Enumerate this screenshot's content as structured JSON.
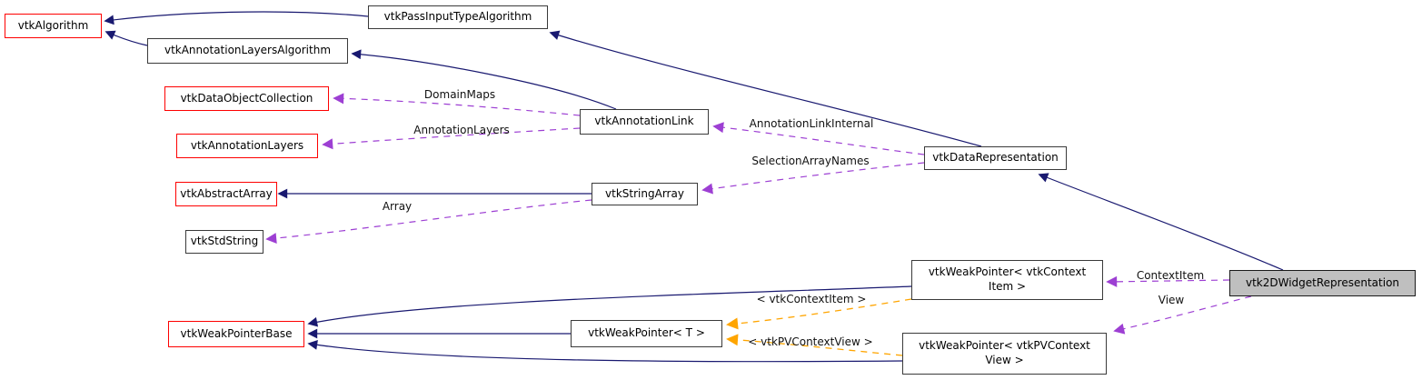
{
  "diagram": {
    "kind": "class-collaboration-graph",
    "current_class": "vtk2DWidgetRepresentation",
    "colors": {
      "inheritance_edge": "#191970",
      "usage_edge": "#9d3fd3",
      "template_edge": "#ffa500",
      "node_border": "#3a3a3a",
      "truncated_node_border": "#fe0000",
      "node_fill": "#ffffff",
      "current_node_fill": "#bfbfbf",
      "background": "#ffffff"
    },
    "nodes": {
      "algorithm": {
        "label": "vtkAlgorithm"
      },
      "pass_input_type_algorithm": {
        "label": "vtkPassInputTypeAlgorithm"
      },
      "annotation_layers_algorithm": {
        "label": "vtkAnnotationLayersAlgorithm"
      },
      "data_object_collection": {
        "label": "vtkDataObjectCollection"
      },
      "annotation_layers": {
        "label": "vtkAnnotationLayers"
      },
      "annotation_link": {
        "label": "vtkAnnotationLink"
      },
      "abstract_array": {
        "label": "vtkAbstractArray"
      },
      "string_array": {
        "label": "vtkStringArray"
      },
      "std_string": {
        "label": "vtkStdString"
      },
      "data_representation": {
        "label": "vtkDataRepresentation"
      },
      "weak_pointer_context_item": {
        "label": "vtkWeakPointer< vtkContextItem >",
        "lines": [
          "vtkWeakPointer< vtkContext",
          "Item >"
        ]
      },
      "weak_pointer_base": {
        "label": "vtkWeakPointerBase"
      },
      "weak_pointer_t": {
        "label": "vtkWeakPointer< T >"
      },
      "weak_pointer_pv_context_view": {
        "label": "vtkWeakPointer< vtkPVContextView >",
        "lines": [
          "vtkWeakPointer< vtkPVContext",
          "View >"
        ]
      },
      "widget_2d_representation": {
        "label": "vtk2DWidgetRepresentation"
      }
    },
    "edge_labels": {
      "domain_maps": "DomainMaps",
      "annotation_layers": "AnnotationLayers",
      "annotation_link_internal": "AnnotationLinkInternal",
      "selection_array_names": "SelectionArrayNames",
      "array": "Array",
      "context_item": "ContextItem",
      "view": "View",
      "template_context_item": "< vtkContextItem >",
      "template_pv_context_view": "< vtkPVContextView >"
    },
    "edges": [
      {
        "from": "vtkPassInputTypeAlgorithm",
        "to": "vtkAlgorithm",
        "type": "inheritance"
      },
      {
        "from": "vtkAnnotationLayersAlgorithm",
        "to": "vtkAlgorithm",
        "type": "inheritance"
      },
      {
        "from": "vtkAnnotationLink",
        "to": "vtkAnnotationLayersAlgorithm",
        "type": "inheritance"
      },
      {
        "from": "vtkDataRepresentation",
        "to": "vtkPassInputTypeAlgorithm",
        "type": "inheritance"
      },
      {
        "from": "vtkStringArray",
        "to": "vtkAbstractArray",
        "type": "inheritance"
      },
      {
        "from": "vtk2DWidgetRepresentation",
        "to": "vtkDataRepresentation",
        "type": "inheritance"
      },
      {
        "from": "vtkWeakPointer< vtkContextItem >",
        "to": "vtkWeakPointerBase",
        "type": "inheritance"
      },
      {
        "from": "vtkWeakPointer< T >",
        "to": "vtkWeakPointerBase",
        "type": "inheritance"
      },
      {
        "from": "vtkWeakPointer< vtkPVContextView >",
        "to": "vtkWeakPointerBase",
        "type": "inheritance"
      },
      {
        "from": "vtkAnnotationLink",
        "to": "vtkDataObjectCollection",
        "type": "usage",
        "label": "DomainMaps"
      },
      {
        "from": "vtkAnnotationLink",
        "to": "vtkAnnotationLayers",
        "type": "usage",
        "label": "AnnotationLayers"
      },
      {
        "from": "vtkDataRepresentation",
        "to": "vtkAnnotationLink",
        "type": "usage",
        "label": "AnnotationLinkInternal"
      },
      {
        "from": "vtkDataRepresentation",
        "to": "vtkStringArray",
        "type": "usage",
        "label": "SelectionArrayNames"
      },
      {
        "from": "vtkStringArray",
        "to": "vtkStdString",
        "type": "usage",
        "label": "Array"
      },
      {
        "from": "vtk2DWidgetRepresentation",
        "to": "vtkWeakPointer< vtkContextItem >",
        "type": "usage",
        "label": "ContextItem"
      },
      {
        "from": "vtk2DWidgetRepresentation",
        "to": "vtkWeakPointer< vtkPVContextView >",
        "type": "usage",
        "label": "View"
      },
      {
        "from": "vtkWeakPointer< vtkContextItem >",
        "to": "vtkWeakPointer< T >",
        "type": "template-instance",
        "label": "< vtkContextItem >"
      },
      {
        "from": "vtkWeakPointer< vtkPVContextView >",
        "to": "vtkWeakPointer< T >",
        "type": "template-instance",
        "label": "< vtkPVContextView >"
      }
    ]
  }
}
